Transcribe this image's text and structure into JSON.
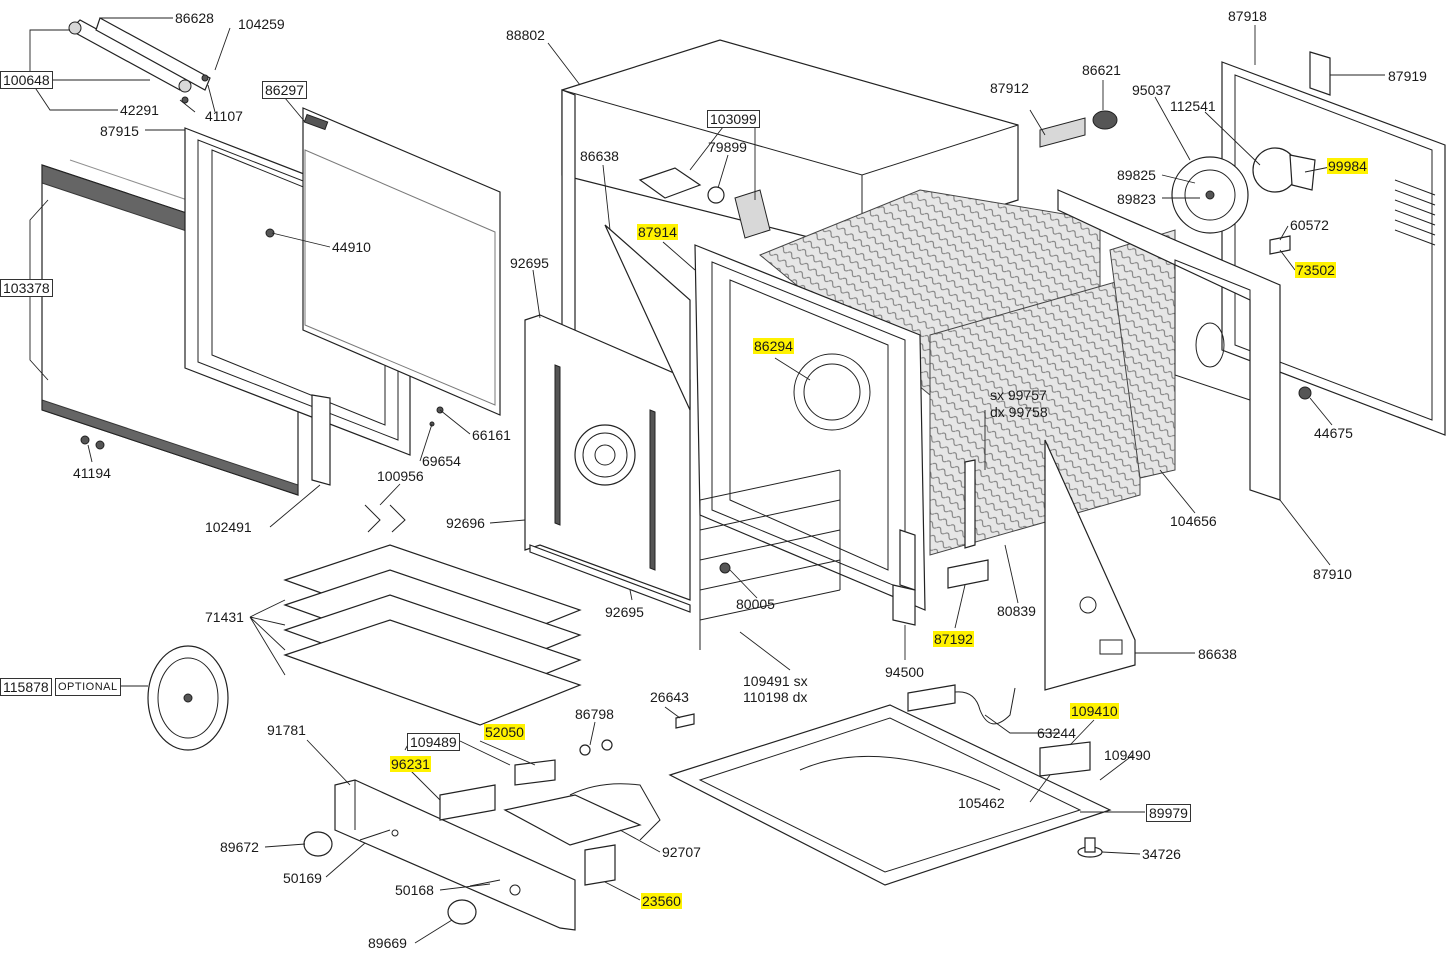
{
  "labels": {
    "p86628_top": "86628",
    "p104259": "104259",
    "p100648": "100648",
    "p42291": "42291",
    "p41107": "41107",
    "p86297": "86297",
    "p87915": "87915",
    "p44910": "44910",
    "p103378": "103378",
    "p66161": "66161",
    "p69654": "69654",
    "p41194": "41194",
    "p100956": "100956",
    "p102491": "102491",
    "p71431": "71431",
    "p115878": "115878",
    "optional": "OPTIONAL",
    "p88802": "88802",
    "p103099": "103099",
    "p79899": "79899",
    "p86638_a": "86638",
    "p87914": "87914",
    "p92695_a": "92695",
    "p86294": "86294",
    "p92696": "92696",
    "p92695_b": "92695",
    "p80005": "80005",
    "p109491": "109491 sx",
    "p110198": "110198 dx",
    "p94500": "94500",
    "p87912": "87912",
    "p86621": "86621",
    "sx99757": "sx 99757",
    "dx99758": "dx 99758",
    "p80839": "80839",
    "p87192": "87192",
    "p86638_b": "86638",
    "p87918": "87918",
    "p87919": "87919",
    "p95037": "95037",
    "p112541": "112541",
    "p89825": "89825",
    "p89823": "89823",
    "p99984": "99984",
    "p60572": "60572",
    "p73502": "73502",
    "p44675": "44675",
    "p104656": "104656",
    "p87910": "87910",
    "p26643": "26643",
    "p86798": "86798",
    "p91781": "91781",
    "p109489": "109489",
    "p52050": "52050",
    "p96231": "96231",
    "p89672": "89672",
    "p50169": "50169",
    "p50168": "50168",
    "p89669": "89669",
    "p92707": "92707",
    "p23560": "23560",
    "p63244": "63244",
    "p109410": "109410",
    "p109490": "109490",
    "p105462": "105462",
    "p89979": "89979",
    "p34726": "34726"
  },
  "colors": {
    "highlight": "#fff200",
    "line": "#222222",
    "insulation": "#9a9a9a"
  }
}
